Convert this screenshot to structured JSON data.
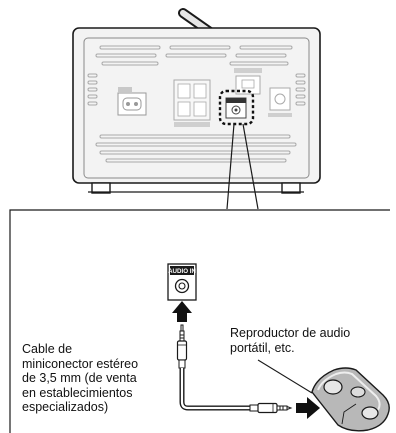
{
  "labels": {
    "cable": "Cable de\nminiconector estéreo\nde 3,5 mm (de venta\nen establecimientos\nespecializados)",
    "player": "Reproductor de audio\nportátil, etc.",
    "jack": "AUDIO IN"
  },
  "colors": {
    "line": "#1a1a1a",
    "panel_light": "#f2f2f2",
    "panel_mid": "#d0d0d0",
    "player_body": "#b5b5b5",
    "arrow": "#111111"
  }
}
